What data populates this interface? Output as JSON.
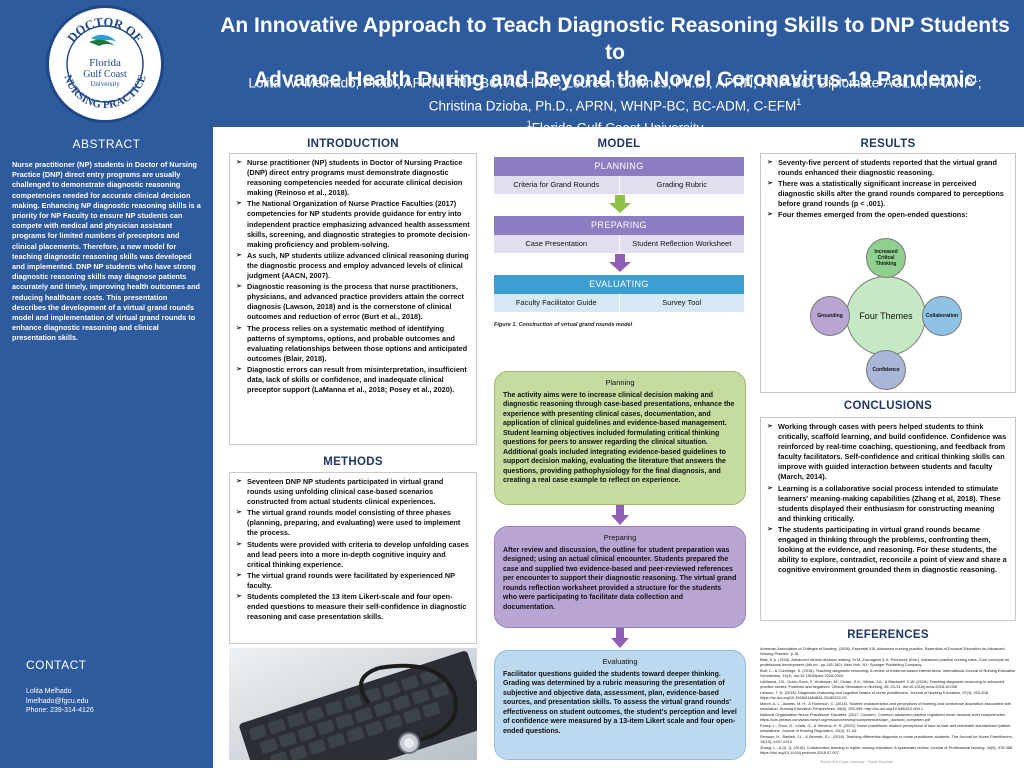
{
  "header": {
    "logo": {
      "top_text": "DOCTOR OF",
      "bottom_text": "NURSING PRACTICE",
      "line1": "Florida",
      "line2": "Gulf Coast",
      "line3": "University"
    },
    "title_line1": "An Innovative Approach to Teach Diagnostic Reasoning Skills to DNP Students to",
    "title_line2": "Advance Health During and Beyond the Novel Coronavirus-19 Pandemic",
    "authors_line1": "Lolita W. Melhado, Ph.D., APRN, FNP-BC, ACHPN",
    "authors_line1b": "; Loureen Downes, Ph.D., APRN, FNP-BC, Diplomate-ACLM, FAANP",
    "authors_line2": "Christina Dzioba, Ph.D., APRN, WHNP-BC, BC-ADM, C-EFM",
    "sup": "1",
    "affiliation": "Florida Gulf Coast University"
  },
  "abstract": {
    "heading": "ABSTRACT",
    "text": "Nurse practitioner (NP) students in Doctor of Nursing Practice (DNP) direct entry programs are usually challenged to demonstrate diagnostic reasoning competencies needed for accurate clinical decision making. Enhancing NP diagnostic reasoning skills is a priority for NP Faculty to ensure NP students can compete with medical and physician assistant programs for limited numbers of preceptors and clinical placements. Therefore, a new model for teaching diagnostic reasoning skills was developed and implemented. DNP NP students who have strong diagnostic reasoning skills may diagnose patients accurately and timely, improving health outcomes and reducing healthcare costs. This presentation describes the development of a virtual grand rounds model and implementation of virtual grand rounds to enhance diagnostic reasoning and clinical presentation skills."
  },
  "contact": {
    "heading": "CONTACT",
    "name": "Lolita Melhado",
    "email": "lmelhado@fgcu.edu",
    "phone": "Phone:  239-314-4126"
  },
  "introduction": {
    "heading": "INTRODUCTION",
    "items": [
      "Nurse practitioner (NP) students in Doctor of Nursing Practice (DNP) direct entry programs must demonstrate diagnostic reasoning competencies needed for accurate clinical decision making (Reinoso et al., 2018).",
      "The National Organization of Nurse Practice Faculties (2017) competencies for NP students provide guidance for entry into independent practice emphasizing advanced health assessment skills, screening, and diagnostic strategies to promote decision-making proficiency and problem-solving.",
      "As such, NP students utilize advanced clinical reasoning during the diagnostic process and employ advanced levels of clinical judgment (AACN, 2007).",
      "Diagnostic reasoning is the process that nurse practitioners, physicians, and advanced practice providers attain the correct diagnosis (Lawson, 2018) and is the cornerstone of clinical outcomes and reduction of error (Burt et al., 2018).",
      "The process relies on a systematic method of identifying patterns of symptoms, options, and probable outcomes and evaluating relationships between those options and anticipated outcomes (Blair, 2018).",
      "Diagnostic errors can result from misinterpretation, insufficient data, lack of skills or confidence, and inadequate clinical preceptor support (LaManna et al., 2018; Posey et al., 2020)."
    ]
  },
  "methods": {
    "heading": "METHODS",
    "items": [
      "Seventeen DNP NP students participated in virtual grand rounds using unfolding clinical case-based scenarios constructed from actual students clinical experiences.",
      "The virtual grand rounds model consisting of three phases (planning, preparing, and evaluating) were used to implement the process.",
      "Students were provided with criteria to develop unfolding cases and lead peers into a more in-depth cognitive inquiry and critical thinking experience.",
      "The virtual grand rounds were facilitated by experienced NP faculty.",
      "Students completed the 13 item Likert-scale and four open-ended questions to measure their self-confidence in diagnostic reasoning and case presentation skills."
    ]
  },
  "model": {
    "heading": "MODEL",
    "planning": {
      "label": "PLANNING",
      "left": "Criteria for Grand Rounds",
      "right": "Grading Rubric"
    },
    "preparing": {
      "label": "PREPARING",
      "left": "Case Presentation",
      "right": "Student Reflection Worksheet"
    },
    "evaluating": {
      "label": "EVALUATING",
      "left": "Faculty Facilitator Guide",
      "right": "Survey Tool"
    },
    "caption": "Figure 1. Construction of virtual grand rounds model",
    "box_planning": {
      "heading": "Planning",
      "text": "The activity aims were to increase clinical decision making and diagnostic reasoning through case-based presentations, enhance the experience with presenting clinical cases, documentation, and application of clinical guidelines and evidence-based management.  Student learning objectives included formulating critical thinking questions for peers to answer regarding the clinical situation. Additional goals included integrating evidence-based guidelines to support decision making, evaluating the literature that answers the questions, providing pathophysiology for the final diagnosis, and creating a real case example to reflect on experience."
    },
    "box_preparing": {
      "heading": "Preparing",
      "text": "After review and discussion, the outline for student preparation was designed; using an actual clinical encounter. Students prepared the case and supplied two evidence-based and peer-reviewed references per encounter to support their diagnostic reasoning. The virtual grand rounds reflection worksheet provided a structure for the students who were participating to facilitate data collection and documentation."
    },
    "box_evaluating": {
      "heading": "Evaluating",
      "text": "Facilitator questions guided the students toward deeper thinking.  Grading was determined by a rubric measuring the presentation of subjective and objective data, assessment, plan, evidence-based sources, and presentation skills. To assess the virtual grand rounds' effectiveness on student outcomes, the student's perception and level of confidence were measured by a 13-item Likert scale and four open-ended questions."
    },
    "colors": {
      "planning": "#8e7cc3",
      "preparing": "#8e7cc3",
      "evaluating": "#3d9fd1",
      "arrow": "#8fc04a"
    }
  },
  "results": {
    "heading": "RESULTS",
    "items": [
      "Seventy-five percent of students reported that the virtual grand rounds enhanced their diagnostic reasoning.",
      "There was a statistically significant increase in perceived diagnostic skills after the grand rounds compared to perceptions before grand rounds (p < .001).",
      "Four themes emerged from the open-ended questions:"
    ],
    "themes": {
      "center": "Four Themes",
      "top": "Increased Critical Thinking",
      "left": "Grounding",
      "right": "Collaboration",
      "bottom": "Confidence"
    }
  },
  "conclusions": {
    "heading": "CONCLUSIONS",
    "items": [
      "Working through cases with peers helped students to think critically,  scaffold learning, and build confidence. Confidence was reinforced by real-time coaching, questioning, and feedback from faculty facilitators. Self-confidence and critical thinking skills can improve with guided interaction between students and faculty (March, 2014).",
      "Learning is a collaborative social process intended to stimulate learners' meaning-making capabilities (Zhang et al, 2018). These students displayed their enthusiasm for constructing meaning and thinking critically.",
      "The students participating in virtual grand rounds became engaged in thinking through the problems, confronting them, looking at the evidence, and reasoning. For these students, the ability to explore, contradict, reconcile a point of view and share a cognitive environment grounded them in diagnostic reasoning."
    ]
  },
  "references": {
    "heading": "REFERENCES",
    "items": [
      "American Association of Colleges of Nursing. (2006). Essential VIII. Advanced nursing practice. Essentials of Doctoral Education for Advanced Nursing Practice, p.16.",
      "Blair, K.A. (2018). Advanced clinical decision making. In M. Zaccagnini & K. Pechacek (Eds.), Advanced practice nursing roles: Core concepts for professional development (6th ed., pp.145-160). New York, NY: Springer Publishing Company.",
      "Burt, L., & Corbridge, S. (2018). Teaching diagnostic reasoning: A review of evidence-based interventions. International Journal of Nursing Education Scholarship, 15(1). doi:10.1515/ijnes-2018-0003",
      "LaManna, J.B., Guido-Sanz, F., Anderson, M., Chase, S.K., Weiss, J.A., & Blackwell, C.W. (2018). Teaching diagnostic reasoning to advanced practice nurses: Positives and negatives. Clinical Simulation in Nursing, 26, 24-31. doi:10.1016/j.ecns.2018.10.006",
      "Lawson, T. N. (2018). Diagnostic reasoning and cognitive biases of nurse practitioners. Journal of Nursing Education, 57(4), 203-208. https://dx.doi.org/10.3928/01484834-20180322-03",
      "March, A. L., Adams, M. H., & Robinson, C. (2014). Student characteristics and perceptions of learning and confidence acquisition associated with simulation. Nursing Education Perspectives, 35(6), 393-395. http://dx.doi.org/10.5480/12-904.1",
      "National Organization Nurse Practitioner Faculties. (2017, October). Common advanced practice registered nurse doctoral-level competencies. https://cdn.ymaws.com/www.nonpf.org/resource/resmgr/competencies/apn_doctoral_competen.pdf",
      "Posey, L., Zhou, G., Lewis, G., & Stevens, H. R. (2020). Nurse practitioner student perceptions of face-to-face and telehealth standardized patient simulations. Journal of Nursing Regulation, 10(4), 37-44.",
      "Reinoso, H., Bartlett, J.L., & Bennett, S.L. (2018). Teaching differential diagnosis to nurse practitioner students. The Journal for Nurse Practitioners, 14(10), e207-e212",
      "Zhang, L., & Qi, Q. (2018). Collaborative learning in higher nursing education: A systematic review. Journal of Professional Nursing, 34(5), 378-388. https://doi.org/10.1016/j.profnurs.2018.07.007."
    ]
  },
  "footer_note": "Florida Gulf Coast University · Poster Template"
}
